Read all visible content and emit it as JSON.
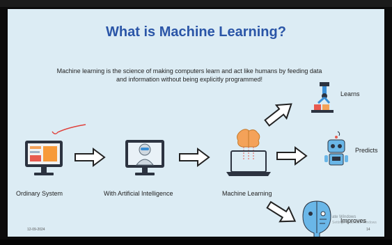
{
  "slide": {
    "title": "What is Machine Learning?",
    "description_line1": "Machine learning is the science of making computers learn and act like humans by feeding data",
    "description_line2": "and information without being explicitly programmed!",
    "labels": {
      "ordinary_system": "Ordinary System",
      "artificial_intelligence": "With Artificial Intelligence",
      "machine_learning": "Machine Learning",
      "learns": "Learns",
      "predicts": "Predicts",
      "improves": "Improves"
    },
    "footer": {
      "date": "12-09-2024",
      "page": "14"
    },
    "watermark": {
      "line1": "ate Windows",
      "line2": "Settings to activate Windows"
    }
  },
  "colors": {
    "background": "#dcecf4",
    "title": "#2a55a7",
    "accent": "#f4a259"
  }
}
